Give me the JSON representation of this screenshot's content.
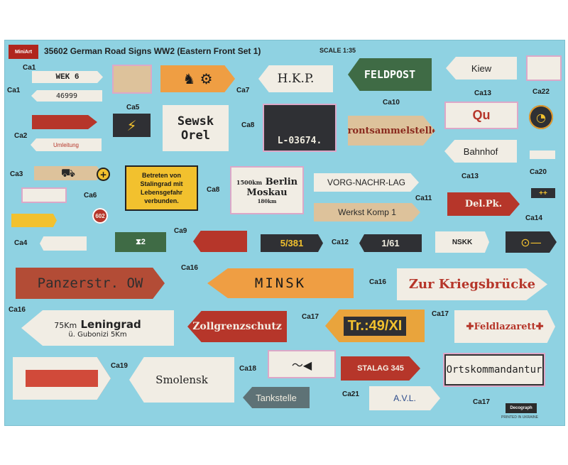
{
  "header": {
    "logo": "MiniArt",
    "title": "35602 German Road Signs WW2 (Eastern Front Set 1)",
    "scale": "SCALE 1:35"
  },
  "codes": {
    "ca1a": "Ca1",
    "ca1b": "Ca1",
    "ca2": "Ca2",
    "ca3": "Ca3",
    "ca4": "Ca4",
    "ca5": "Ca5",
    "ca6": "Ca6",
    "ca7": "Ca7",
    "ca8a": "Ca8",
    "ca8b": "Ca8",
    "ca9": "Ca9",
    "ca10": "Ca10",
    "ca11": "Ca11",
    "ca12": "Ca12",
    "ca13a": "Ca13",
    "ca13b": "Ca13",
    "ca14": "Ca14",
    "ca16a": "Ca16",
    "ca16b": "Ca16",
    "ca16c": "Ca16",
    "ca17a": "Ca17",
    "ca17b": "Ca17",
    "ca17c": "Ca17",
    "ca18": "Ca18",
    "ca19": "Ca19",
    "ca20": "Ca20",
    "ca21": "Ca21",
    "ca22": "Ca22"
  },
  "signs": {
    "wek": "WEK 6",
    "num": "46999",
    "umleitung": "Umleitung",
    "hkp": "H.K.P.",
    "feldpost": "FELDPOST",
    "kiew": "Kiew",
    "sewsk": "Sewsk",
    "orel": "Orel",
    "l03674": "L-03674.",
    "frontsammel": "Frontsammelstelle!",
    "qu": "Qu",
    "bahnhof": "Bahnhof",
    "betreten": "Betreten von Stalingrad mit Lebensgefahr verbunden.",
    "berlin_km": "1500km",
    "berlin": "Berlin",
    "moskau": "Moskau",
    "moskau_km": "180km",
    "vorg": "VORG-NACHR-LAG",
    "werkst": "Werkst Komp 1",
    "delpk": "Del.Pk.",
    "n602": "602",
    "n2": "2",
    "n5381": "5/381",
    "n161": "1/61",
    "nskk": "NSKK",
    "panzerstr": "Panzerstr. OW",
    "minsk": "MINSK",
    "zurkriegsbrucke": "Zur Kriegsbrücke",
    "leningrad_km": "75Km",
    "leningrad": "Leningrad",
    "gubonizi": "ü. Gubonizi 5Km",
    "zollgrenzschutz": "Zollgrenzschutz",
    "tr49": "Tr.:49/XI",
    "feldlazarett": "Feldlazarett",
    "smolensk": "Smolensk",
    "stalag": "STALAG 345",
    "ortskommandantur": "Ortskommandantur",
    "tankstelle": "Tankstelle",
    "avl": "A.V.L."
  },
  "footer": {
    "brand": "Decograph",
    "printed": "PRINTED IN UKRAINE"
  },
  "colors": {
    "sheet": "#8fd2e2",
    "red": "#b6362a",
    "cream": "#f1ede4",
    "yellow": "#f2c12e",
    "dark": "#2f3034",
    "green": "#3f6b45"
  }
}
